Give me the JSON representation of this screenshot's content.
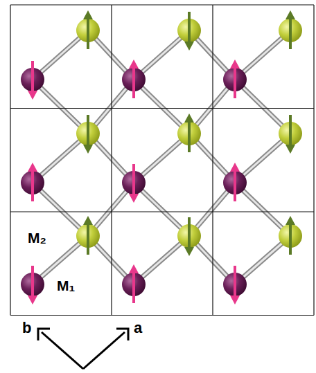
{
  "diagram": {
    "labels": [
      "M₂",
      "M₁",
      "b",
      "a"
    ]
  }
}
